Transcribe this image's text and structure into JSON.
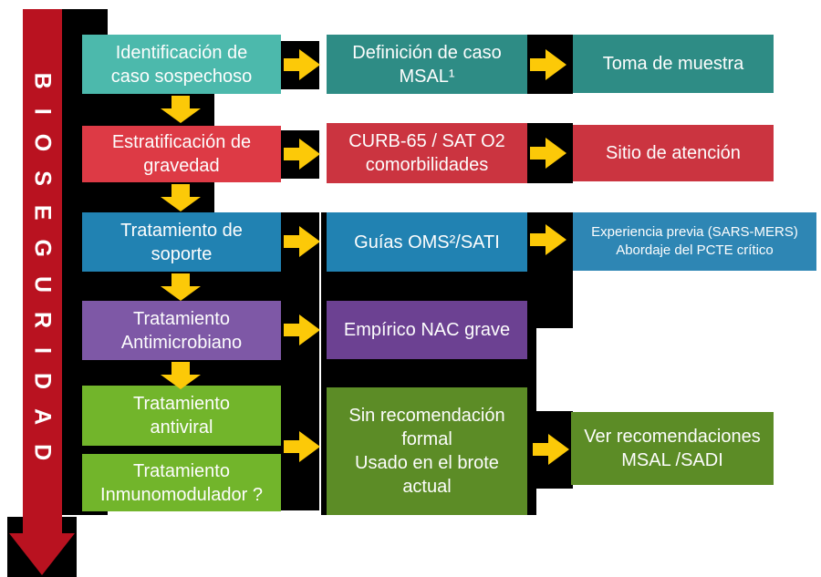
{
  "sidebar": {
    "label": "BIOSEGURIDAD",
    "arrow_color": "#b91220"
  },
  "palette": {
    "background": "#ffffff",
    "connector_black": "#000000",
    "arrow_yellow": "#fcc908",
    "teal_light": "#4cb9ac",
    "teal_dark": "#2e8c85",
    "red_bright": "#dd3a45",
    "red_dark": "#cb3440",
    "blue": "#2182b2",
    "blue_light": "#2e86b4",
    "purple_light": "#7e58a6",
    "purple_dark": "#6c4192",
    "green_light": "#72b52b",
    "green_dark": "#5c8c26",
    "text_white": "#fdfdfd"
  },
  "icons": {
    "right_arrow_icon": "yellow block arrow pointing right (svg shape)",
    "down_arrow_icon": "yellow block arrow pointing down (svg shape)",
    "biosecurity_arrow_icon": "red vertical arrow pointing down (css shape)"
  },
  "flow": {
    "r1": {
      "left": {
        "lines": [
          "Identificación de",
          "caso sospechoso"
        ]
      },
      "mid": {
        "lines": [
          "Definición de caso",
          "MSAL¹"
        ]
      },
      "right": {
        "lines": [
          "Toma de muestra"
        ]
      }
    },
    "r2": {
      "left": {
        "lines": [
          "Estratificación de",
          "gravedad"
        ]
      },
      "mid": {
        "lines": [
          "CURB-65 / SAT O2",
          "comorbilidades"
        ]
      },
      "right": {
        "lines": [
          "Sitio de atención"
        ]
      }
    },
    "r3": {
      "left": {
        "lines": [
          "Tratamiento de",
          "soporte"
        ]
      },
      "mid": {
        "lines": [
          "Guías OMS²/SATI"
        ]
      },
      "right": {
        "lines": [
          "Experiencia previa (SARS-MERS)",
          "Abordaje del PCTE crítico"
        ]
      }
    },
    "r4": {
      "left": {
        "lines": [
          "Tratamiento",
          "Antimicrobiano"
        ]
      },
      "mid": {
        "lines": [
          "Empírico NAC grave"
        ]
      }
    },
    "r5": {
      "left_a": {
        "lines": [
          "Tratamiento",
          "antiviral"
        ]
      },
      "left_b": {
        "lines": [
          "Tratamiento",
          "Inmunomodulador ?"
        ]
      },
      "mid": {
        "lines": [
          "Sin recomendación",
          "formal",
          "Usado en el brote",
          "actual"
        ]
      },
      "right": {
        "lines": [
          "Ver recomendaciones",
          "MSAL /SADI"
        ]
      }
    }
  }
}
